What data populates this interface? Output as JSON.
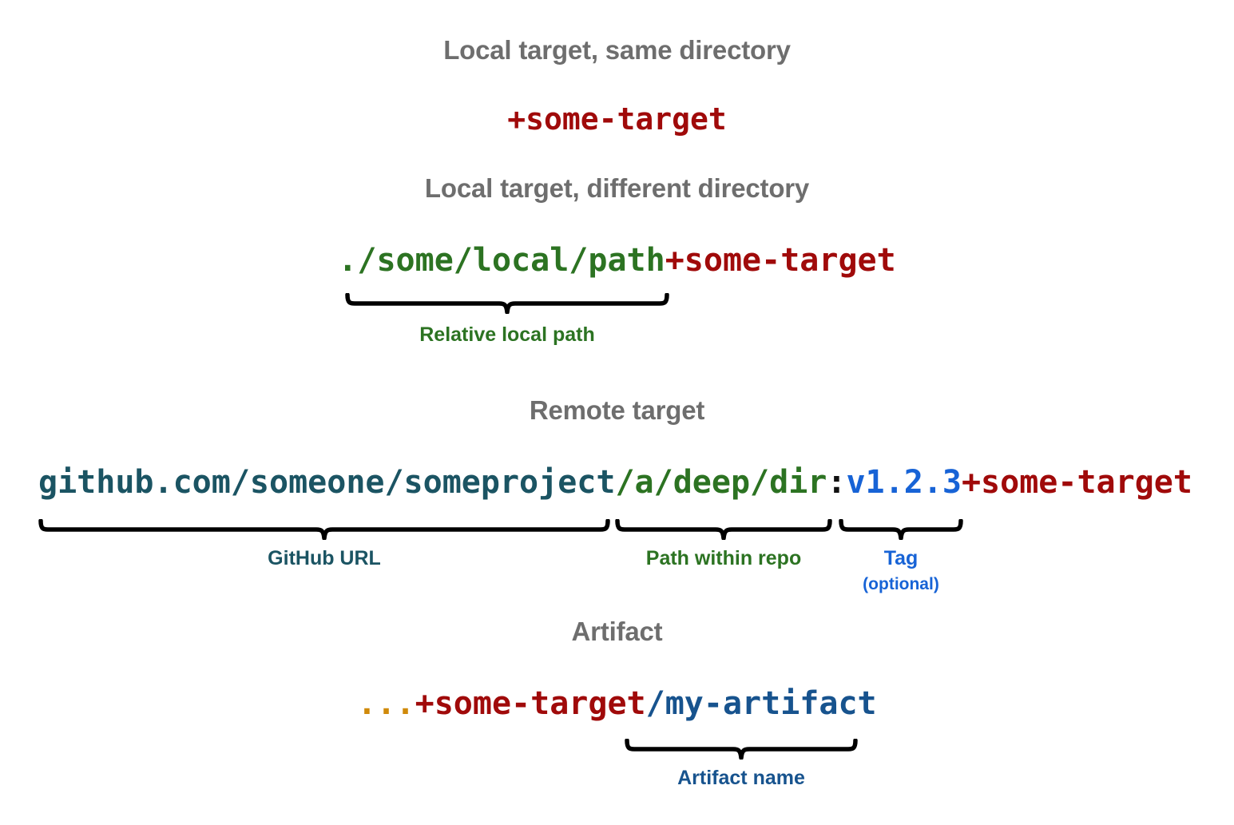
{
  "colors": {
    "heading": "#6e6e6e",
    "target": "#a00a0a",
    "local_path": "#2c7322",
    "github_url": "#1b5463",
    "repo_path": "#2c7322",
    "tag": "#1763d6",
    "artifact": "#17538e",
    "ellipsis": "#d08a0a",
    "brace": "#000000",
    "background": "#ffffff"
  },
  "sections": {
    "local_same_dir": {
      "heading": "Local target, same directory",
      "code": {
        "target": "+some-target"
      }
    },
    "local_diff_dir": {
      "heading": "Local target, different directory",
      "code": {
        "path": "./some/local/path",
        "target": "+some-target"
      },
      "annotations": [
        {
          "label": "Relative local path",
          "spans": "./some/local/path"
        }
      ]
    },
    "remote": {
      "heading": "Remote target",
      "code": {
        "url": "github.com/someone/someproject",
        "repo_path": "/a/deep/dir",
        "colon": ":",
        "tag": "v1.2.3",
        "target": "+some-target"
      },
      "annotations": [
        {
          "label": "GitHub URL",
          "sublabel": "",
          "spans": "github.com/someone/someproject"
        },
        {
          "label": "Path within repo",
          "sublabel": "",
          "spans": "/a/deep/dir"
        },
        {
          "label": "Tag",
          "sublabel": "(optional)",
          "spans": "v1.2.3"
        }
      ]
    },
    "artifact": {
      "heading": "Artifact",
      "code": {
        "ellipsis": "...",
        "target": "+some-target",
        "artifact": "/my-artifact"
      },
      "annotations": [
        {
          "label": "Artifact name",
          "spans": "/my-artifact"
        }
      ]
    }
  }
}
